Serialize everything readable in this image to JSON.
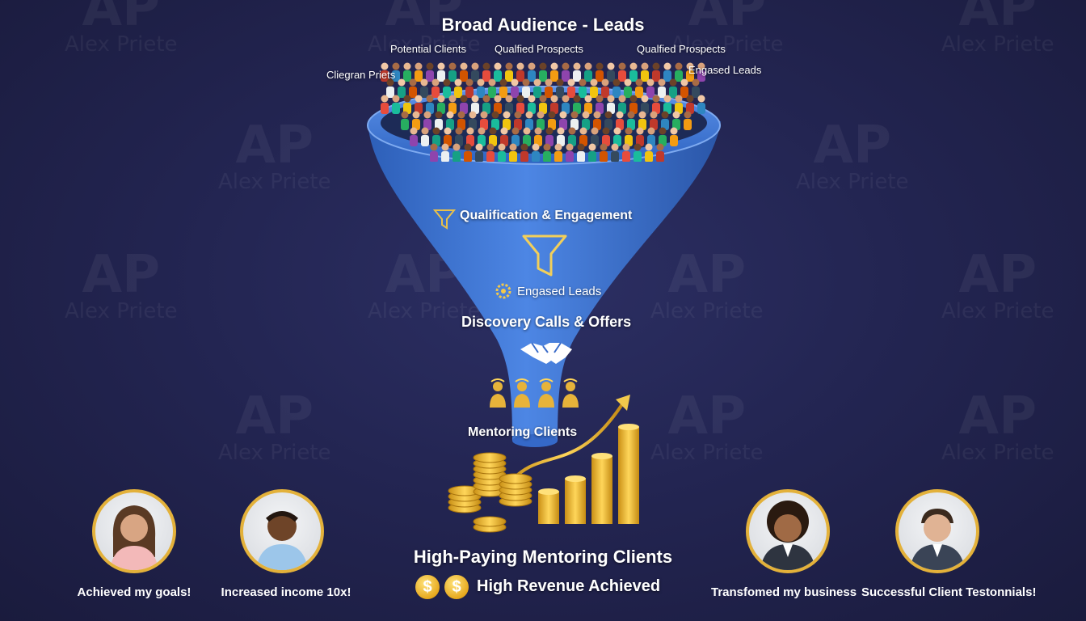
{
  "watermark": {
    "initials": "AP",
    "name": "Alex Priete"
  },
  "funnel": {
    "top_title": "Broad Audience - Leads",
    "crowd_labels": [
      "Potential Clients",
      "Qualfied Prospects",
      "Qualfied Prospects",
      "Engased Leads",
      "Cliegran Priets"
    ],
    "stage_qualification": "Qualification & Engagement",
    "stage_engaged": "Engased Leads",
    "stage_discovery": "Discovery Calls & Offers",
    "stage_mentoring": "Mentoring Clients",
    "bottom_title": "High-Paying Mentoring Clients",
    "revenue_label": "High Revenue Achieved",
    "coin_symbol": "$"
  },
  "testimonials": [
    {
      "caption": "Achieved my goals!"
    },
    {
      "caption": "Increased income 10x!"
    },
    {
      "caption": "Transfomed my business"
    },
    {
      "caption": "Successful Client Testonnials!"
    }
  ],
  "colors": {
    "background": "#232552",
    "funnel_blue": "#3f74d6",
    "gold": "#e3b13a"
  },
  "icons": [
    "funnel-outline-icon",
    "gear-icon",
    "handshake-icon",
    "person-icon",
    "growth-arrow-icon",
    "coin-stack-icon",
    "dollar-coin-icon"
  ]
}
